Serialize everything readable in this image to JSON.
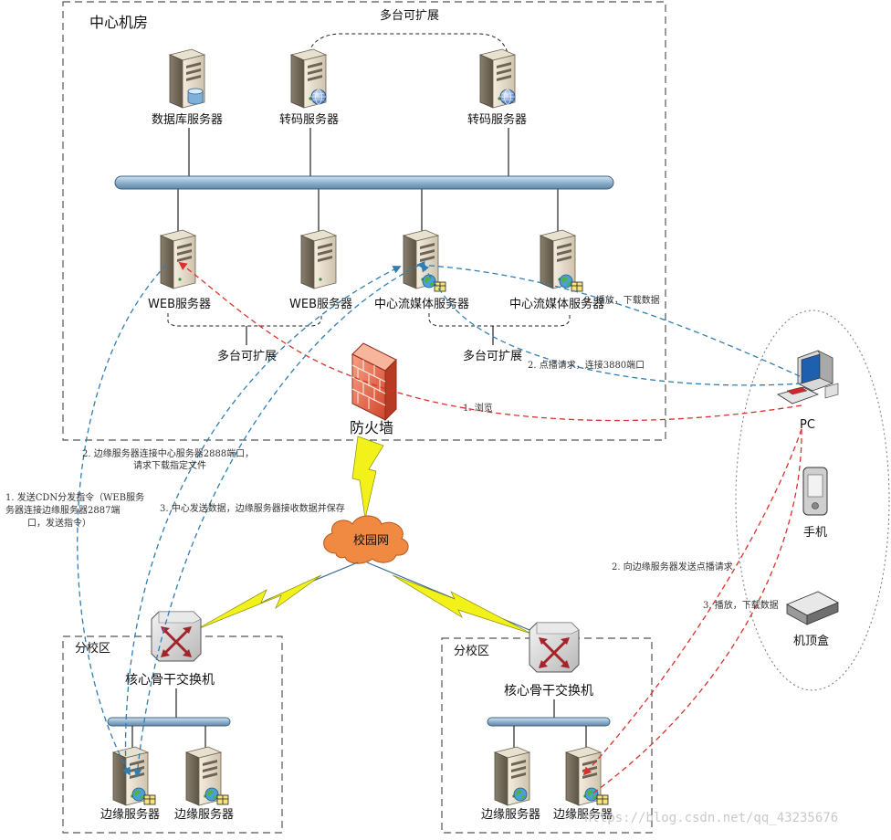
{
  "zones": {
    "center": "中心机房",
    "branch_left": "分校区",
    "branch_right": "分校区"
  },
  "center": {
    "db_server": "数据库服务器",
    "transcode_1": "转码服务器",
    "transcode_2": "转码服务器",
    "top_scalable": "多台可扩展",
    "web_1": "WEB服务器",
    "web_2": "WEB服务器",
    "web_scalable": "多台可扩展",
    "stream_1": "中心流媒体服务器",
    "stream_2": "中心流媒体服务器",
    "stream_scalable": "多台可扩展"
  },
  "network": {
    "firewall": "防火墙",
    "campus": "校园网"
  },
  "branch_left": {
    "switch": "核心骨干交换机",
    "edge_1": "边缘服务器",
    "edge_2": "边缘服务器"
  },
  "branch_right": {
    "switch": "核心骨干交换机",
    "edge_1": "边缘服务器",
    "edge_2": "边缘服务器"
  },
  "clients": {
    "pc": "PC",
    "phone": "手机",
    "stb": "机顶盒"
  },
  "annotations": {
    "play_download_top": "3. 播放，下载数据",
    "vod_request": "2. 点播请求，连接3880端口",
    "browse": "1. 浏览",
    "edge_connect_1": "2. 边缘服务器连接中心服务器2888端口，",
    "edge_connect_2": "请求下载指定文件",
    "cdn_1": "1. 发送CDN分发指令（WEB服务",
    "cdn_2": "务器连接边缘服务器2887端",
    "cdn_3": "口，发送指令）",
    "center_send": "3. 中心发送数据，边缘服务器接收数据并保存",
    "edge_vod": "2. 向边缘服务器发送点播请求",
    "play_download_bottom": "3.  播放，下载数据"
  },
  "watermark": "https://blog.csdn.net/qq_43235676",
  "colors": {
    "red_flow": "#d9322c",
    "blue_flow": "#2f7fb5",
    "bus": "#a9c4dc",
    "cloud": "#f08a43",
    "bolt": "#f2f21a"
  },
  "icons": [
    "server-icon",
    "database-icon",
    "globe-icon",
    "firewall-icon",
    "cloud-icon",
    "switch-icon",
    "pc-icon",
    "phone-icon",
    "set-top-box-icon",
    "lightning-icon"
  ]
}
